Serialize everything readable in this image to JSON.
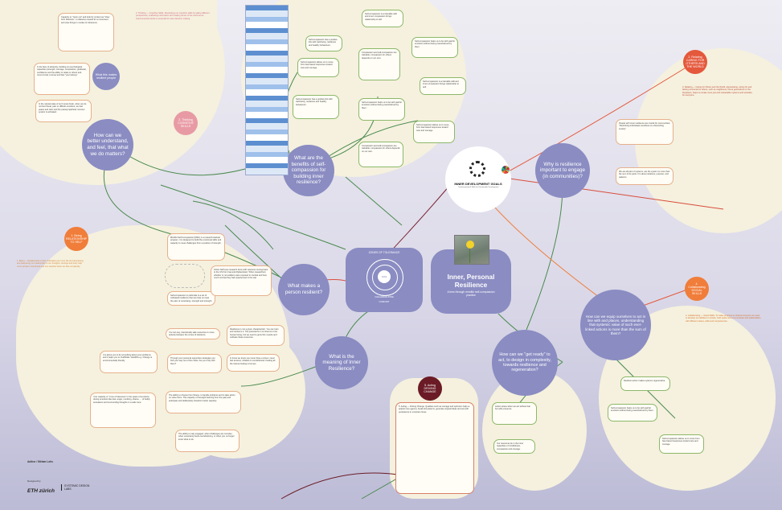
{
  "hubs": {
    "understand": "How can we better understand, and feel, that what we do matters?",
    "self_compassion": "What are the benefits of self-compassion for building inner resilience?",
    "why_resilience": "Why is resilience important to engage (in communities)?",
    "resilient_person": "What makes a person resilient?",
    "meaning": "What is the meaning of Inner Resilience?",
    "act": "How can we \"get ready\" to act, to design in complexity, towards resilience and regeneration?",
    "equip": "How can we equip ourselves to act in line with and places, understanding that systemic value of such ever-linked actions is more than the sum of them?"
  },
  "center": {
    "title": "Inner, Personal Resilience",
    "subtitle": "A lens through mindful self-compassion practice"
  },
  "idg": {
    "title": "INNER DEVELOPMENT GOALS",
    "tagline": "Transformational Skills for Sustainable Development"
  },
  "zones": {
    "title": "ZONES OF TOLERANCE",
    "challenge": "CHALLENGE ZONE",
    "comfort": "COMFORT",
    "safe": "SAFE"
  },
  "badges": {
    "relating": "2. Relating CARING FOR OTHERS AND THE WORLD",
    "collaborating": "4. Collaborating SOCIAL SKILLS",
    "acting": "5. Acting DRIVING CHANGE",
    "thinking": "2. Thinking COGNITIVE SKILLS",
    "being": "1. Being RELATIONSHIP TO SELF",
    "what_this": "What this makes resilient people"
  },
  "cards": {
    "being_list": "1. Being — Relationship to Self. Cultivating our inner life and developing and deepening our relationship to our thoughts, feelings and body help us be present, intentional and non-reactive when we face complexity.",
    "msc": "Mindful Self-Compassion (MSC) is a research-backed program. It is designed to build the emotional skills and capacity to meet challenges from a position of strength.",
    "msc_note": "Self-compassion in particular is a set of cultivated resilience that can help us meet the pain of uncertainty, strength and strength.",
    "kristin": "Kristin Neff (see research done with veterans coming back to the US from Iraq and Afghanistan): When researchers whether or not soldiers were exposed to combat and how much combat they had experienced in the war.",
    "resilience_thought": "Resilience is not a given characteristic. You can train and reinforce it. The potential for it is inherent in the human being, but we need to grow this muscle and cultivate these resources.",
    "neg": "You can say, intentionally take resources to move actively between the zones of tolerance.",
    "personal": "Through your personal supportive strategies you find your way out of the crises. Are you truly with them?",
    "own_power": "It is about you to do something about your problems and it helps you to CHANGE / LEARN e.g. Change is environmentally friendly",
    "share": "In times we know you never have a crises, never feel anxious, irritated or overwhelmed. Feeling all the intense feeling is human.",
    "regulation": "Your capacity or \"zone of tolerance\" is the space of emotions during emotions like fear, anger, numbing, shame, ... of bodily sensations and surrounding thoughts in a safe zone.",
    "ability": "The ability to choose from fitness, to handle problems and to take action on solve them. This capacity of foresight learning from the past and anticipate and deliberately transform better capacity.",
    "stay": "The ability to stay engaged, when challenges are complex, when uncertainty feels overwhelming, or when you no longer know what to do.",
    "capacity": "Capacity to \"zoom out\" and look for context as \"View from Distance\", to distance oneself for a movement and view things in modes of coherence.",
    "base": "In the face of adversity, building on psychological capacities (strength, courage, compassion, gratitude), confidence and the ability to relate to others and, most crucial, to know and feel \"your belong\".",
    "natural": "In the natural state of our human brain, when we do not feel threat, pain or difficult emotions, we feel peace and calm and the parasympathetic nervous system is activated.",
    "thinking_list": "2. Thinking — Cognitive Skills. Developing our cognitive skills by taking different perspectives, evaluating information and making sense of the world as an interconnected whole is essential for wise decision-making.",
    "people": "People with inner resilience are crucial for communities: \"Nourishing individuals contribute to a flourishing society\"",
    "parts": "We are all part of systems, are the system is more than the sum of its parts. It is about relations, purpose, and patterns.",
    "relating_list": "3. Relating — Caring for Others and the World. Appreciating, caring for and feeling connected to others, such as neighbours, future generations or the biosphere, helps us create more just and sustainable systems and societies for everyone.",
    "collab_list": "4. Collaborating — Social Skills. To make progress on shared concerns we need to develop our abilities to include, hold space and communicate with stakeholders with different values, skills and competencies.",
    "acting_list": "5. Acting — Driving Change. Qualities such as courage and optimism help us acquire true agency, break old patterns, generate original ideas and act with persistence in uncertain times.",
    "sc1": "Self-compassion is a trainable skill and inner compassion brings relationship to self.",
    "sc2": "Self-compassion has a positive link with well-being, resilience and healthy behaviours.",
    "sc3": "Self-compassion helps us to be with painful emotions without being overwhelmed by them.",
    "sc4": "Self-compassion allows us to move from fear-based responses toward care and courage.",
    "sc5": "Compassion and self-compassion are trainable; compassion for others depends on our own.",
    "act1": "Action arises when we act without fear but with presence.",
    "act2": "Our resources lie in the inner capacities of mindfulness, compassion and courage.",
    "act3": "Resilient action makes systems regenerative."
  },
  "footer": {
    "author_label": "Author / Miriam Lohs",
    "designed_by": "Designed by",
    "eth": "ETH zürich",
    "sdl": "SYSTEMIC DESIGN LABS"
  },
  "colors": {
    "hub": "#8a8cc2",
    "blob": "#f5f1de",
    "orange_badge": "#f07d3a",
    "red_badge": "#e4583c",
    "maroon_badge": "#6a1b26",
    "pink_badge": "#e89aa4",
    "green_line": "#4a8a4e",
    "red_line": "#d94c3c"
  }
}
